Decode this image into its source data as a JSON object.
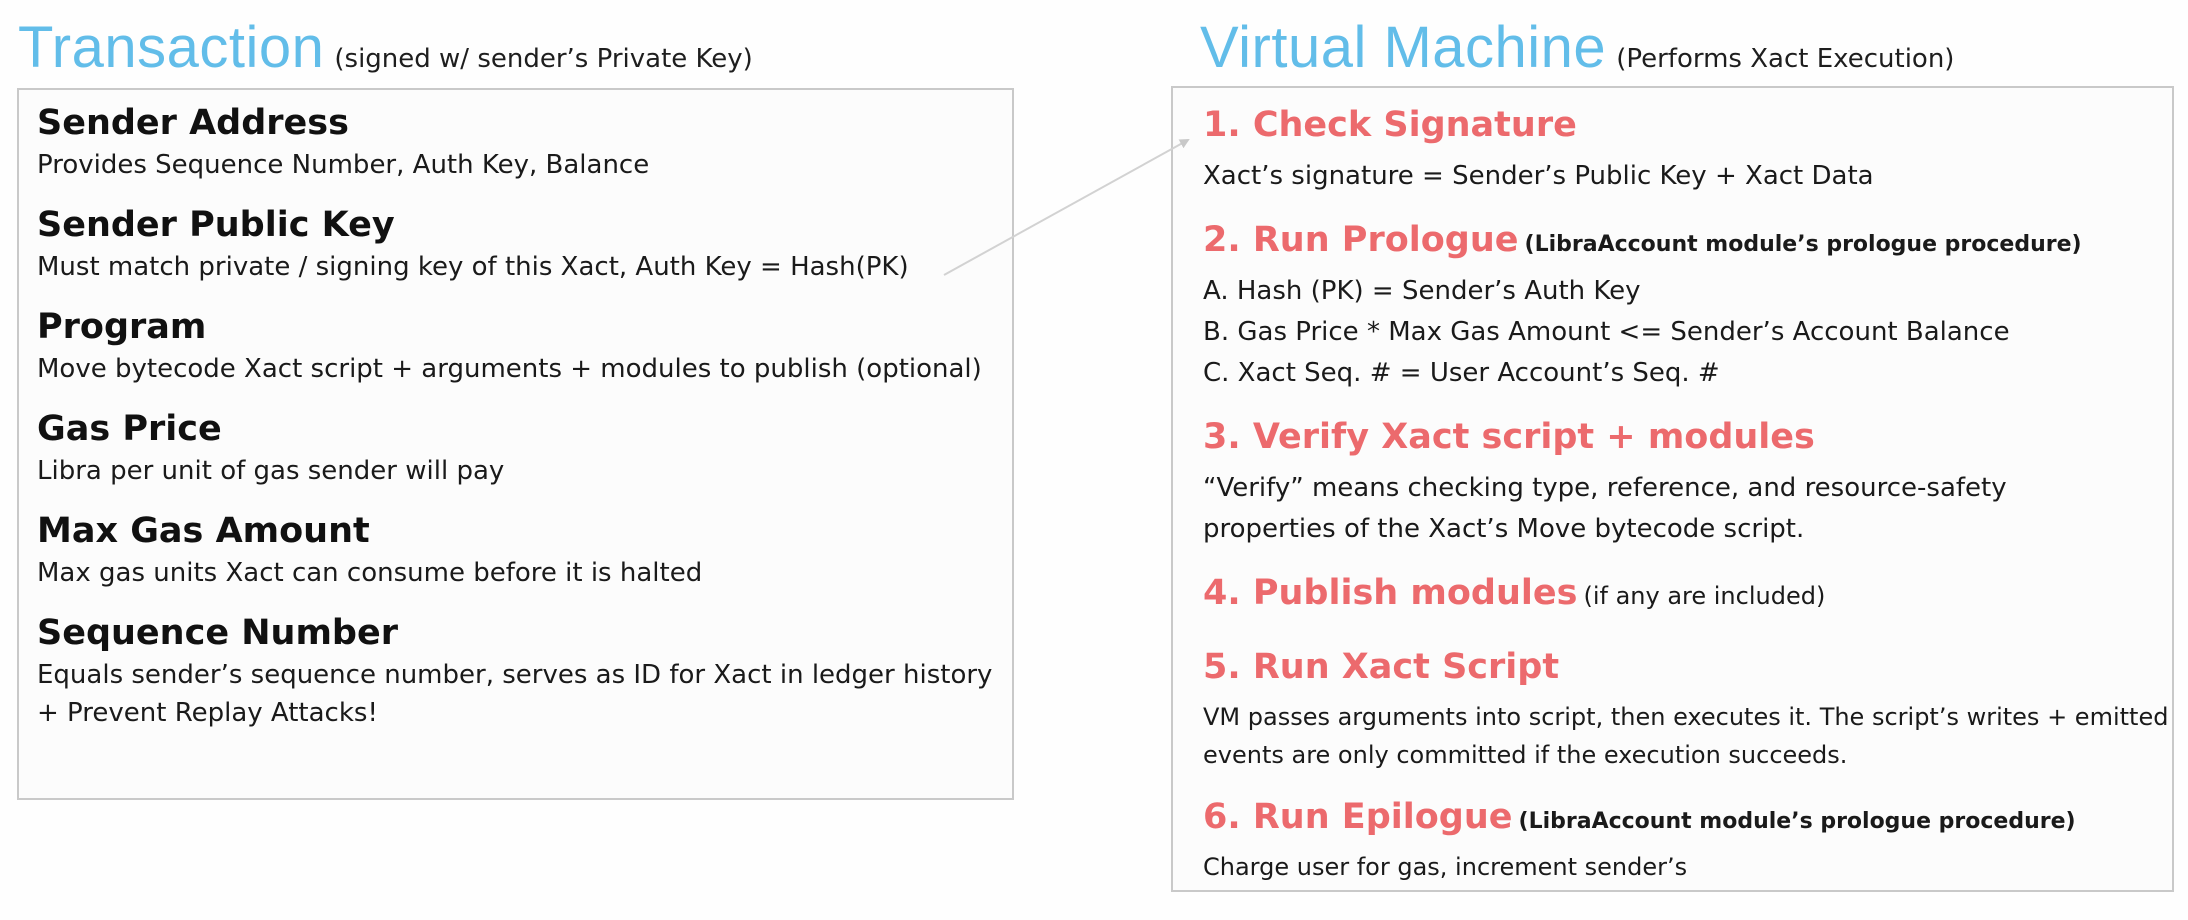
{
  "transaction": {
    "title": "Transaction",
    "subtitle": "(signed w/ sender’s Private Key)",
    "fields": [
      {
        "title": "Sender Address",
        "desc": [
          "Provides Sequence Number, Auth Key, Balance"
        ]
      },
      {
        "title": "Sender Public Key",
        "desc": [
          "Must match private / signing key of this Xact, Auth Key = Hash(PK)"
        ]
      },
      {
        "title": "Program",
        "desc": [
          "Move bytecode Xact script + arguments + modules to publish (optional)"
        ]
      },
      {
        "title": "Gas Price",
        "desc": [
          "Libra per unit of gas sender will pay"
        ]
      },
      {
        "title": "Max Gas Amount",
        "desc": [
          "Max gas units Xact can consume before it is halted"
        ]
      },
      {
        "title": "Sequence Number",
        "desc": [
          "Equals sender’s sequence number, serves as ID for Xact in ledger history",
          "+ Prevent Replay Attacks!"
        ]
      }
    ]
  },
  "vm": {
    "title": "Virtual Machine",
    "subtitle": "(Performs Xact Execution)",
    "steps": [
      {
        "title": "1. Check Signature",
        "note": "",
        "lines": [
          "Xact’s signature = Sender’s Public Key + Xact Data"
        ]
      },
      {
        "title": "2. Run Prologue",
        "note": "(LibraAccount module’s prologue procedure)",
        "lines": [
          "A. Hash (PK) = Sender’s Auth Key",
          "B. Gas Price * Max Gas Amount <= Sender’s Account Balance",
          "C. Xact Seq. # = User Account’s Seq. #"
        ]
      },
      {
        "title": "3. Verify Xact script + modules",
        "note": "",
        "lines": [
          "“Verify” means checking type, reference, and resource-safety",
          "properties of the Xact’s Move bytecode script."
        ]
      },
      {
        "title": "4. Publish modules",
        "note": "(if any are included)",
        "lines": []
      },
      {
        "title": "5. Run Xact Script",
        "note": "",
        "lines": [
          "VM passes arguments into script, then executes it. The script’s writes + emitted",
          "events are only committed if the execution succeeds."
        ]
      },
      {
        "title": "6. Run Epilogue",
        "note": "(LibraAccount module’s prologue procedure)",
        "lines": [
          "Charge user for gas, increment sender’s"
        ]
      }
    ]
  },
  "colors": {
    "heading": "#62bde9",
    "step_title": "#ec6a6d",
    "border": "#c9c9c9"
  }
}
